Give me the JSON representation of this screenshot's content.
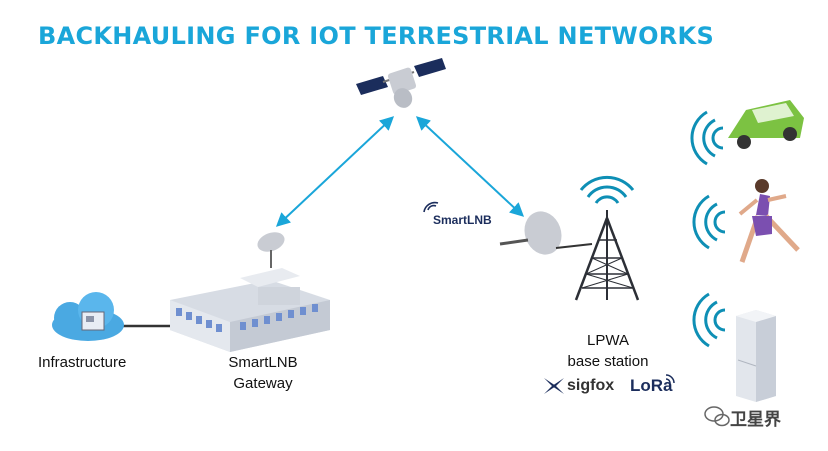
{
  "diagram": {
    "title": "BACKHAULING FOR IOT TERRESTRIAL NETWORKS",
    "nodes": {
      "infrastructure": "Infrastructure",
      "gateway_line1": "SmartLNB",
      "gateway_line2": "Gateway",
      "lpwa_line1": "LPWA",
      "lpwa_line2": "base station"
    },
    "brands": {
      "smartlnb": "SmartLNB",
      "sigfox": "sigfox",
      "lora": "LoRa"
    },
    "watermark": "卫星界"
  },
  "colors": {
    "accent": "#1aa6d9",
    "navy": "#1b2d5c",
    "building": "#d7dce4",
    "window": "#6f8fd0",
    "car": "#7cc242",
    "cloud": "#4aa9e2"
  }
}
